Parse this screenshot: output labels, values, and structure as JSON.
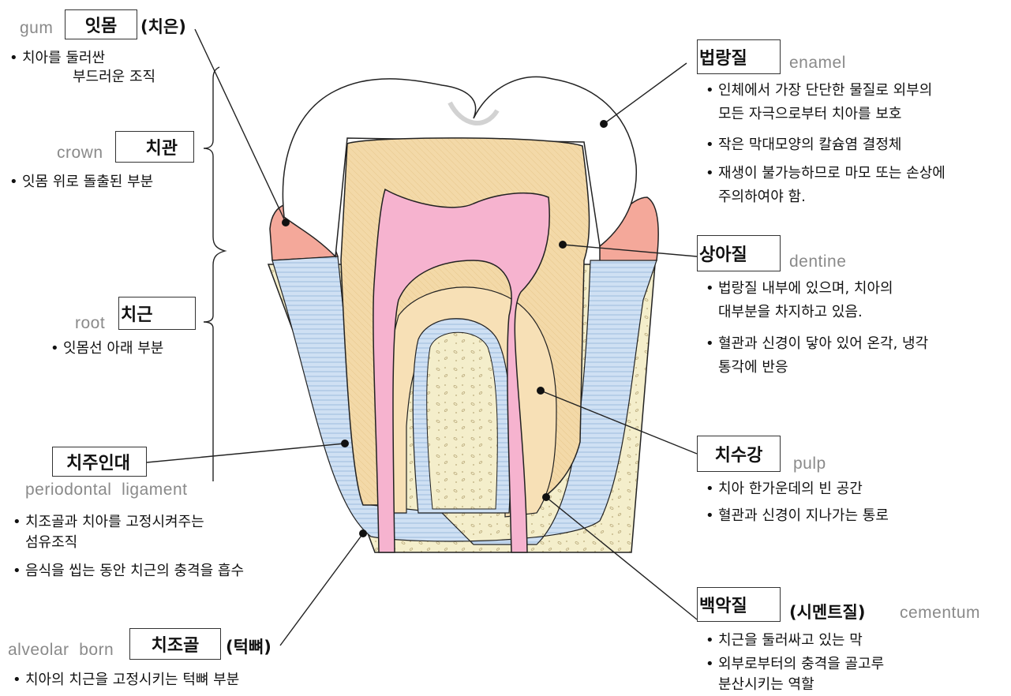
{
  "labels": {
    "gum": {
      "en": "gum",
      "ko": "잇몸",
      "paren": "(치은)",
      "desc": [
        "치아를 둘러싼",
        "부드러운 조직"
      ]
    },
    "crown": {
      "en": "crown",
      "ko": "치관",
      "desc": [
        "잇몸 위로 돌출된 부분"
      ]
    },
    "root": {
      "en": "root",
      "ko": "치근",
      "desc": [
        "잇몸선 아래 부분"
      ]
    },
    "periodontal": {
      "ko": "치주인대",
      "en": "periodontal  ligament",
      "desc1": [
        "치조골과 치아를 고정시켜주는",
        "섬유조직"
      ],
      "desc2": "음식을 씹는 동안 치근의 충격을 흡수"
    },
    "alveolar": {
      "en": "alveolar  born",
      "ko": "치조골",
      "paren": "(턱뼈)",
      "desc": "치아의 치근을 고정시키는 턱뼈 부분"
    },
    "enamel": {
      "ko": "법랑질",
      "en": "enamel",
      "desc": [
        [
          "인체에서 가장 단단한 물질로 외부의",
          "모든 자극으로부터 치아를 보호"
        ],
        [
          "작은 막대모양의 칼슘염 결정체"
        ],
        [
          "재생이 불가능하므로 마모 또는 손상에",
          "주의하여야 함."
        ]
      ]
    },
    "dentine": {
      "ko": "상아질",
      "en": "dentine",
      "desc": [
        [
          "법랑질 내부에 있으며, 치아의",
          "대부분을 차지하고 있음."
        ],
        [
          "혈관과 신경이 닿아 있어 온각, 냉각",
          "통각에 반응"
        ]
      ]
    },
    "pulp": {
      "ko": "치수강",
      "en": "pulp",
      "desc": [
        [
          "치아 한가운데의 빈 공간"
        ],
        [
          "혈관과 신경이 지나가는 통로"
        ]
      ]
    },
    "cementum": {
      "ko": "백악질",
      "paren": "(시멘트질)",
      "en": "cementum",
      "desc": [
        [
          "치근을 둘러싸고 있는 막"
        ],
        [
          "외부로부터의 충격을 골고루",
          "분산시키는 역할"
        ]
      ]
    }
  },
  "colors": {
    "enamel": "#ffffff",
    "dentine": "#f3d9a8",
    "dentine_inner": "#f7e0b6",
    "pulp": "#f6b3cf",
    "gum": "#f4a89a",
    "bone": "#f4eecb",
    "ligament": "#cfe0f3",
    "cementum": "#fbf5dc",
    "line": "#222222"
  }
}
